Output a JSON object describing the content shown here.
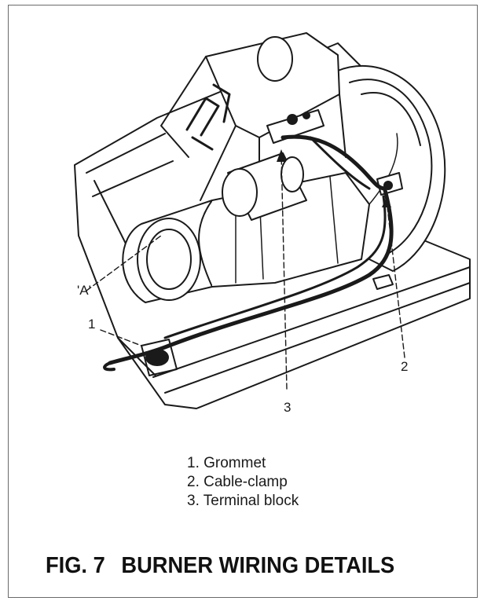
{
  "figure": {
    "callouts": [
      {
        "id": "A",
        "text": "'A'"
      },
      {
        "id": "1",
        "text": "1"
      },
      {
        "id": "2",
        "text": "2"
      },
      {
        "id": "3",
        "text": "3"
      }
    ]
  },
  "legend": [
    {
      "text": "1. Grommet"
    },
    {
      "text": "2. Cable-clamp"
    },
    {
      "text": "3. Terminal block"
    }
  ],
  "caption": {
    "number": "FIG. 7",
    "title": "BURNER WIRING DETAILS"
  },
  "colors": {
    "ink": "#1a1a1a",
    "paper": "#ffffff",
    "border": "#6a6a6a"
  }
}
